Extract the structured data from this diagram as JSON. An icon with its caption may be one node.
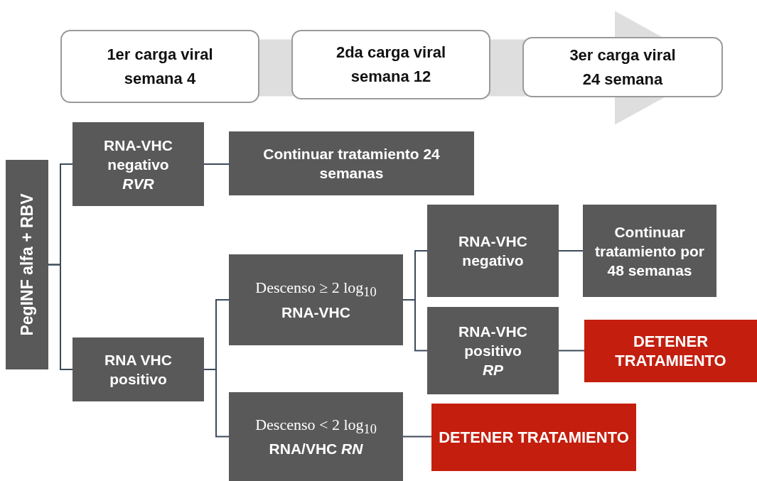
{
  "diagram": {
    "nodes": [
      {
        "text": [
          "1er carga viral",
          "semana 4"
        ]
      },
      {
        "text": [
          "2da carga viral",
          "semana 12"
        ]
      },
      {
        "text": [
          "3er carga viral",
          "24 semana"
        ]
      },
      {
        "text": [
          "PegINF alfa + RBV"
        ]
      },
      {
        "text": [
          "RNA-VHC negativo",
          "RVR"
        ]
      },
      {
        "text": [
          "Continuar tratamiento 24 semanas"
        ]
      },
      {
        "text": [
          "RNA VHC positivo"
        ]
      },
      {
        "text": [
          "Descenso ≥ 2 log$_{10}$",
          "RNA-VHC"
        ]
      },
      {
        "text": [
          "Descenso < 2 log$_{10}$",
          "RNA/VHC *RN*"
        ]
      },
      {
        "text": [
          "RNA-VHC negativo"
        ]
      },
      {
        "text": [
          "Continuar tratamiento por 48 semanas"
        ]
      },
      {
        "text": [
          "RNA-VHC positivo",
          "RP"
        ]
      },
      {
        "text": [
          "DETENER TRATAMIENTO"
        ]
      },
      {
        "text": [
          "DETENER TRATAMIENTO"
        ]
      }
    ],
    "edges": [
      {
        "from": 0,
        "to": 2,
        "arrow": "to",
        "style": "thick",
        "color": "#dedede"
      },
      {
        "from": 3,
        "to": 4,
        "arrow": "none"
      },
      {
        "from": 3,
        "to": 6,
        "arrow": "none"
      },
      {
        "from": 4,
        "to": 5,
        "arrow": "none"
      },
      {
        "from": 6,
        "to": 7,
        "arrow": "none"
      },
      {
        "from": 6,
        "to": 8,
        "arrow": "none"
      },
      {
        "from": 7,
        "to": 9,
        "arrow": "none"
      },
      {
        "from": 7,
        "to": 11,
        "arrow": "none"
      },
      {
        "from": 9,
        "to": 10,
        "arrow": "none"
      },
      {
        "from": 11,
        "to": 12,
        "arrow": "none"
      },
      {
        "from": 8,
        "to": 13,
        "arrow": "none"
      }
    ]
  }
}
